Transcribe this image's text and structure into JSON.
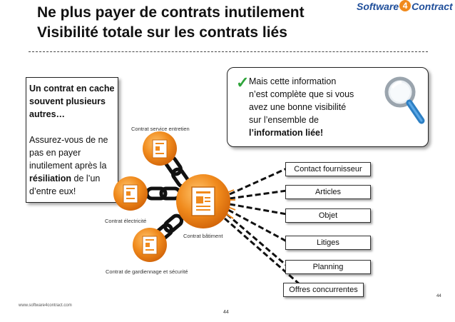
{
  "header": {
    "title_line1": "Ne plus payer de contrats inutilement",
    "title_line2": "Visibilité totale sur les contrats liés",
    "logo_part1": "Software",
    "logo_four": "4",
    "logo_part2": "Contract"
  },
  "left_callout": {
    "line1": "Un contrat en cache",
    "line2": "souvent plusieurs",
    "line3": "autres…",
    "line4": "Assurez-vous de ne",
    "line5": "pas en payer",
    "line6": "inutilement après la",
    "line7_bold": "résiliation",
    "line7_rest": " de l’un",
    "line8": "d’entre eux!"
  },
  "right_callout": {
    "line1": "Mais cette information",
    "line2": "n’est complète que si vous",
    "line3": "avez une bonne visibilité",
    "line4": "sur l’ensemble de",
    "line5_bold": "l’information liée!",
    "icons": [
      "check-icon",
      "magnifier-icon"
    ]
  },
  "contracts": {
    "entretien": "Contrat service entretien",
    "electricite": "Contrat électricité",
    "batiment": "Contrat bâtiment",
    "gardiennage": "Contrat de gardiennage et sécurité"
  },
  "related_items": [
    "Contact fournisseur",
    "Articles",
    "Objet",
    "Litiges",
    "Planning",
    "Offres concurrentes"
  ],
  "footer": {
    "website": "www.software4contract.com",
    "page_center": "44",
    "page_right": "44"
  },
  "colors": {
    "orange_node": "#f08a1c",
    "title_text": "#111111",
    "check_green": "#2ea43a",
    "logo_blue": "#1f4e9a"
  }
}
